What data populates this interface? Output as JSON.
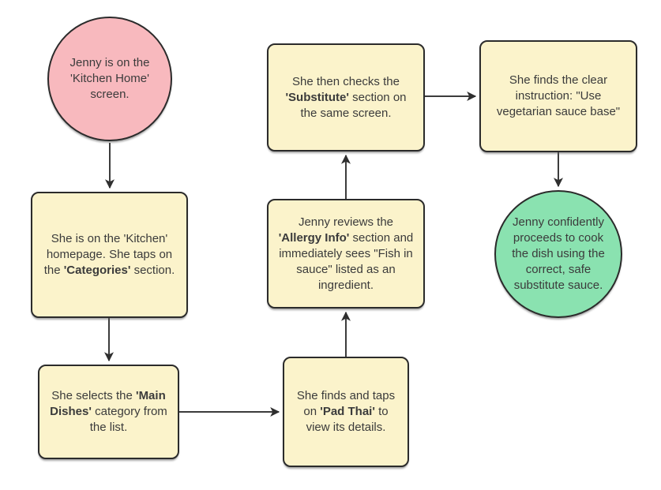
{
  "diagram": {
    "type": "flowchart",
    "background": "#ffffff",
    "colors": {
      "start_fill": "#f8b9be",
      "process_fill": "#fbf3cb",
      "end_fill": "#8ae2b0",
      "node_border": "#2b2b2b",
      "arrow": "#3c3c3c",
      "text": "#3b3b3b"
    },
    "nodes": [
      {
        "id": "start",
        "shape": "circle",
        "lines": [
          [
            {
              "t": "Jenny is on the"
            }
          ],
          [
            {
              "t": "'Kitchen Home'"
            }
          ],
          [
            {
              "t": "screen."
            }
          ]
        ]
      },
      {
        "id": "categories",
        "shape": "rect",
        "lines": [
          [
            {
              "t": "She is on the 'Kitchen'"
            }
          ],
          [
            {
              "t": "homepage. She taps on"
            }
          ],
          [
            {
              "t": "the "
            },
            {
              "t": "'Categories'",
              "b": true
            },
            {
              "t": " section."
            }
          ]
        ]
      },
      {
        "id": "main-dishes",
        "shape": "rect",
        "lines": [
          [
            {
              "t": "She selects the "
            },
            {
              "t": "'Main",
              "b": true
            }
          ],
          [
            {
              "t": "Dishes'",
              "b": true
            },
            {
              "t": " category from"
            }
          ],
          [
            {
              "t": "the list."
            }
          ]
        ]
      },
      {
        "id": "pad-thai",
        "shape": "rect",
        "lines": [
          [
            {
              "t": "She finds and taps"
            }
          ],
          [
            {
              "t": "on "
            },
            {
              "t": "'Pad Thai'",
              "b": true
            },
            {
              "t": " to"
            }
          ],
          [
            {
              "t": "view its details."
            }
          ]
        ]
      },
      {
        "id": "allergy-info",
        "shape": "rect",
        "lines": [
          [
            {
              "t": "Jenny reviews the"
            }
          ],
          [
            {
              "t": "'Allergy Info'",
              "b": true
            },
            {
              "t": " section and"
            }
          ],
          [
            {
              "t": "immediately sees \"Fish in"
            }
          ],
          [
            {
              "t": "sauce\" listed as an"
            }
          ],
          [
            {
              "t": "ingredient."
            }
          ]
        ]
      },
      {
        "id": "substitute",
        "shape": "rect",
        "lines": [
          [
            {
              "t": "She then checks the"
            }
          ],
          [
            {
              "t": "'Substitute'",
              "b": true
            },
            {
              "t": " section on"
            }
          ],
          [
            {
              "t": "the same screen."
            }
          ]
        ]
      },
      {
        "id": "instruction",
        "shape": "rect",
        "lines": [
          [
            {
              "t": "She finds the clear"
            }
          ],
          [
            {
              "t": "instruction: \"Use"
            }
          ],
          [
            {
              "t": "vegetarian sauce base\""
            }
          ]
        ]
      },
      {
        "id": "end",
        "shape": "circle",
        "lines": [
          [
            {
              "t": "Jenny confidently"
            }
          ],
          [
            {
              "t": "proceeds to cook"
            }
          ],
          [
            {
              "t": "the dish using the"
            }
          ],
          [
            {
              "t": "correct, safe"
            }
          ],
          [
            {
              "t": "substitute sauce."
            }
          ]
        ]
      }
    ],
    "edges": [
      {
        "from": "start",
        "to": "categories",
        "direction": "down"
      },
      {
        "from": "categories",
        "to": "main-dishes",
        "direction": "down"
      },
      {
        "from": "main-dishes",
        "to": "pad-thai",
        "direction": "right"
      },
      {
        "from": "pad-thai",
        "to": "allergy-info",
        "direction": "up"
      },
      {
        "from": "allergy-info",
        "to": "substitute",
        "direction": "up"
      },
      {
        "from": "substitute",
        "to": "instruction",
        "direction": "right"
      },
      {
        "from": "instruction",
        "to": "end",
        "direction": "down"
      }
    ]
  }
}
